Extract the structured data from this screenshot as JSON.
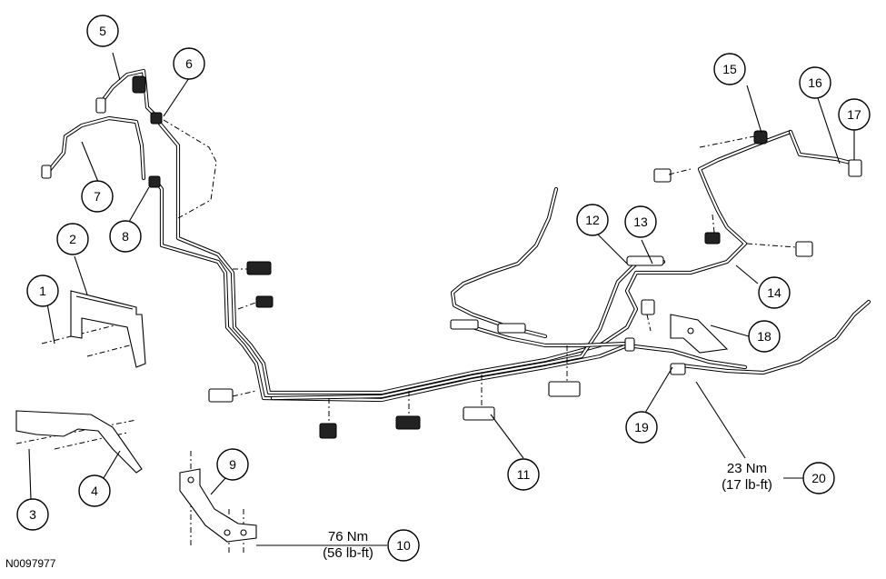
{
  "figure_id": "N0097977",
  "callouts": [
    "1",
    "2",
    "3",
    "4",
    "5",
    "6",
    "7",
    "8",
    "9",
    "10",
    "11",
    "12",
    "13",
    "14",
    "15",
    "16",
    "17",
    "18",
    "19",
    "20"
  ],
  "torque_specs": {
    "spec_10": {
      "nm": "76 Nm",
      "lbft": "(56 lb-ft)"
    },
    "spec_20": {
      "nm": "23 Nm",
      "lbft": "(17 lb-ft)"
    }
  }
}
